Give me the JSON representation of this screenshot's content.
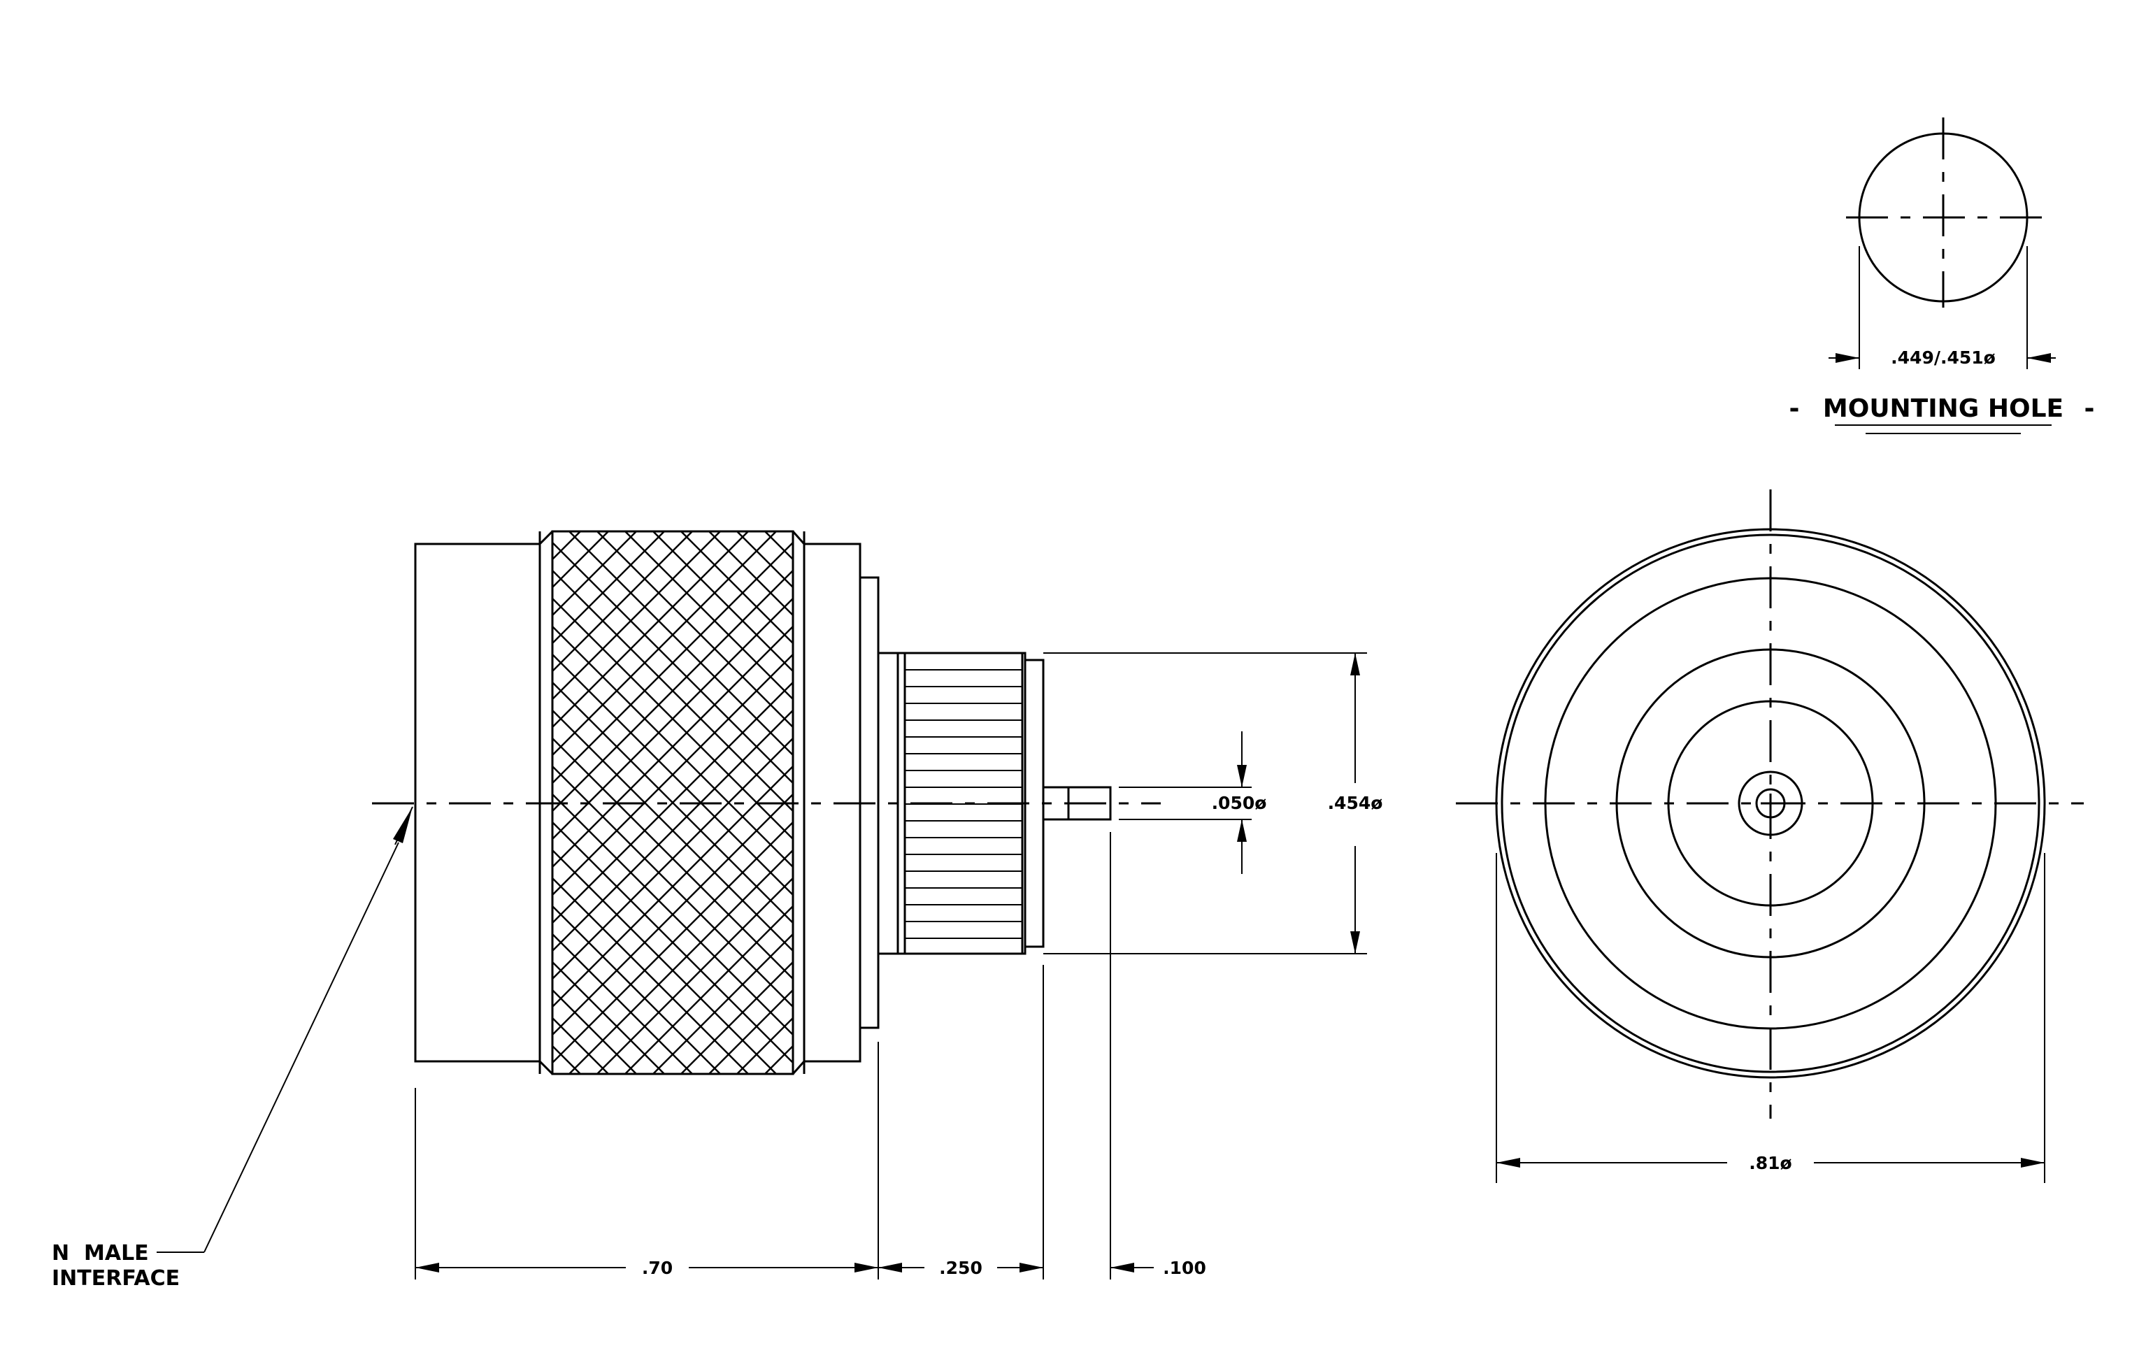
{
  "drawing": {
    "mounting_hole": {
      "title": "MOUNTING HOLE",
      "title_dash": "-",
      "diameter_label": ".449/.451ø"
    },
    "side_view": {
      "pin_diameter_label": ".050ø",
      "body_diameter_label": ".454ø",
      "length_label": ".70",
      "rear_length_label": ".250",
      "pin_length_label": ".100"
    },
    "front_view": {
      "outer_diameter_label": ".81ø"
    },
    "callout": {
      "line1": "N  MALE",
      "line2": "INTERFACE"
    }
  }
}
